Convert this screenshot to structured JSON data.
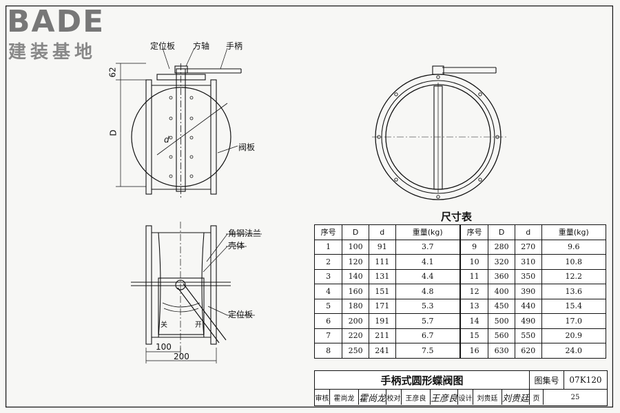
{
  "logo": {
    "text": "BADE",
    "subtitle": "建装基地"
  },
  "drawing_labels": {
    "positioning_plate_top": "定位板",
    "square_shaft": "方轴",
    "handle": "手柄",
    "valve_plate": "阀板",
    "dim_62": "62",
    "dim_D": "D",
    "dim_d": "d",
    "angle_flange": "角钢法兰",
    "shell": "壳体",
    "positioning_plate_side": "定位板",
    "close": "关",
    "open": "开",
    "dim_100": "100",
    "dim_200": "200"
  },
  "size_table": {
    "title": "尺寸表",
    "headers": [
      "序号",
      "D",
      "d",
      "重量(kg)",
      "序号",
      "D",
      "d",
      "重量(kg)"
    ],
    "rows": [
      [
        "1",
        "100",
        "91",
        "3.7",
        "9",
        "280",
        "270",
        "9.6"
      ],
      [
        "2",
        "120",
        "111",
        "4.1",
        "10",
        "320",
        "310",
        "10.8"
      ],
      [
        "3",
        "140",
        "131",
        "4.4",
        "11",
        "360",
        "350",
        "12.2"
      ],
      [
        "4",
        "160",
        "151",
        "4.8",
        "12",
        "400",
        "390",
        "13.6"
      ],
      [
        "5",
        "180",
        "171",
        "5.3",
        "13",
        "450",
        "440",
        "15.4"
      ],
      [
        "6",
        "200",
        "191",
        "5.7",
        "14",
        "500",
        "490",
        "17.0"
      ],
      [
        "7",
        "220",
        "211",
        "6.7",
        "15",
        "560",
        "550",
        "20.9"
      ],
      [
        "8",
        "250",
        "241",
        "7.5",
        "16",
        "630",
        "620",
        "24.0"
      ]
    ]
  },
  "title_block": {
    "title": "手柄式圆形蝶阀图",
    "atlas_label": "图集号",
    "atlas_number": "07K120",
    "review_label": "审核",
    "reviewer": "霍尚龙",
    "reviewer_sig": "霍尚龙",
    "check_label": "校对",
    "checker": "王彦良",
    "checker_sig": "王彦良",
    "design_label": "设计",
    "designer": "刘贵廷",
    "designer_sig": "刘贵廷",
    "page_label": "页",
    "page_number": "25"
  }
}
